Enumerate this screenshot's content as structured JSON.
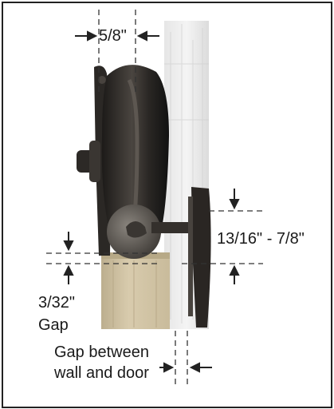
{
  "labels": {
    "wheel_width": "5/8\"",
    "bracket_height": "13/16\" - 7/8\"",
    "gap_size": "3/32\"",
    "gap_word": "Gap",
    "wall_gap_line1": "Gap between",
    "wall_gap_line2": "wall and door"
  },
  "colors": {
    "frame": "#222222",
    "door_wood": "#cfc2a4",
    "hardware": "#2e2b28",
    "dimension_line": "#333333"
  }
}
